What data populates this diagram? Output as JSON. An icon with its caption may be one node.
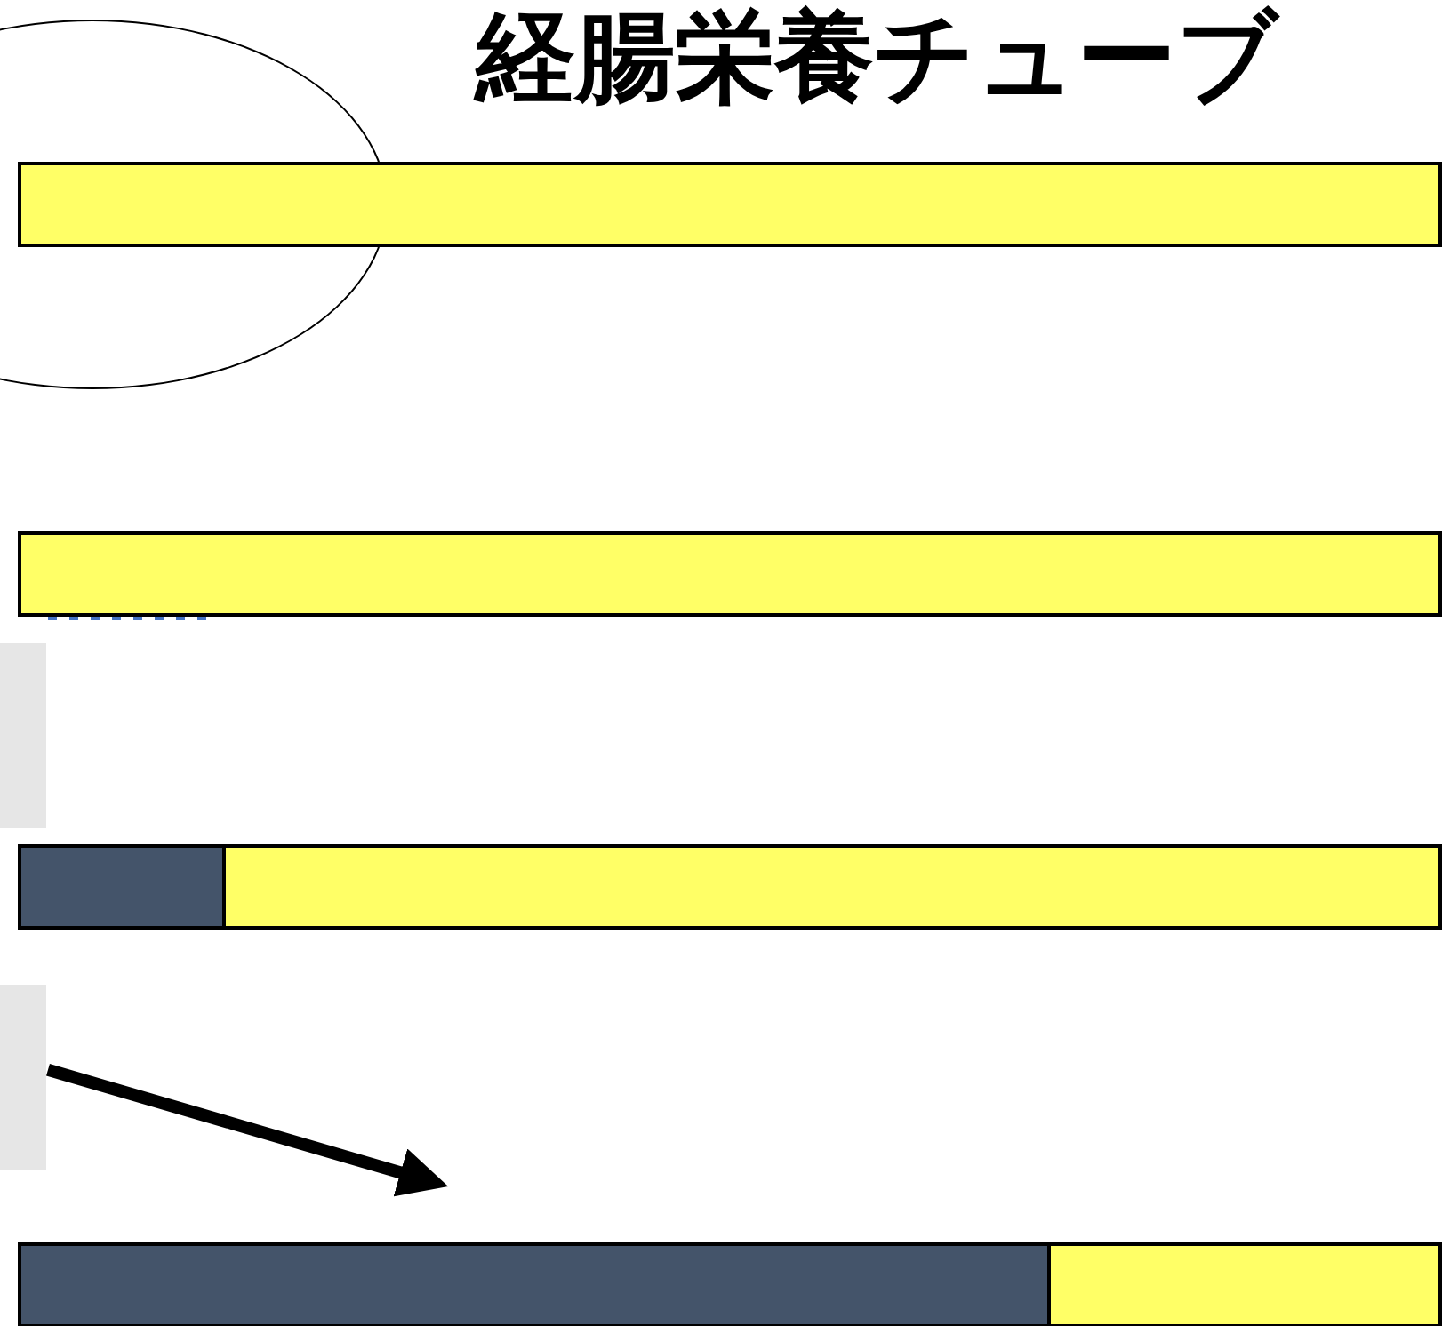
{
  "diagram": {
    "title": "経腸栄養チューブ",
    "nodes": [
      {
        "text": [],
        "shape": "circle"
      },
      {
        "text": [],
        "shape": "bar"
      },
      {
        "text": [],
        "shape": "bar"
      },
      {
        "text": [],
        "shape": "box"
      },
      {
        "text": [],
        "shape": "bar"
      },
      {
        "text": [],
        "shape": "box"
      },
      {
        "text": [],
        "shape": "bar"
      }
    ],
    "edges": [
      {
        "from": 5,
        "to": 6,
        "arrow": "to"
      }
    ]
  }
}
